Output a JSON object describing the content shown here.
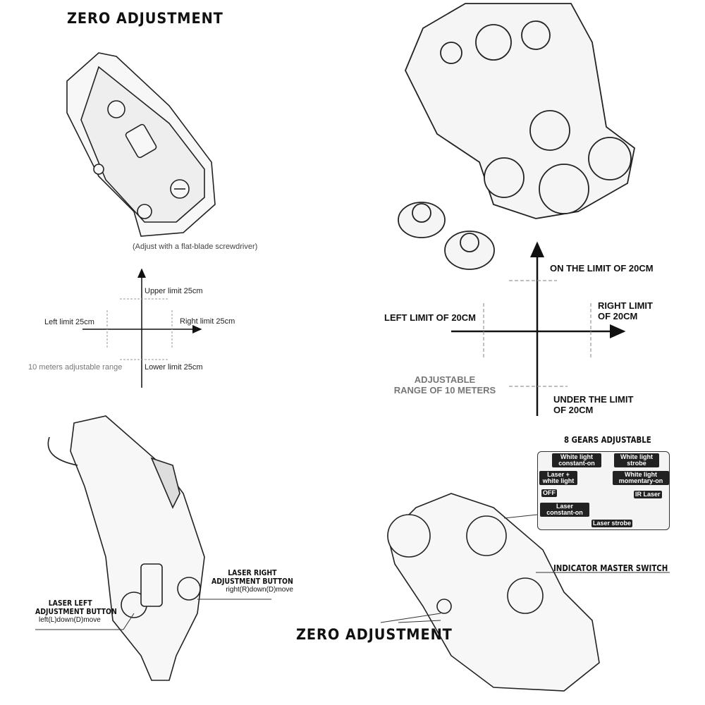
{
  "top_left": {
    "title": "ZERO ADJUSTMENT",
    "note": "(Adjust with a flat-blade screwdriver)",
    "upper": "Upper limit 25cm",
    "left": "Left limit 25cm",
    "right": "Right limit 25cm",
    "range": "10 meters adjustable range",
    "lower": "Lower limit 25cm"
  },
  "top_right": {
    "upper": "ON THE LIMIT OF 20CM",
    "left": "LEFT LIMIT OF 20CM",
    "right_line1": "RIGHT LIMIT",
    "right_line2": "OF 20CM",
    "range_line1": "ADJUSTABLE",
    "range_line2": "RANGE OF 10 METERS",
    "lower_line1": "UNDER THE LIMIT",
    "lower_line2": "OF 20CM"
  },
  "bottom_left": {
    "right_button_line1": "LASER RIGHT",
    "right_button_line2": "ADJUSTMENT BUTTON",
    "right_button_desc": "right(R)down(D)move",
    "left_button_line1": "LASER LEFT",
    "left_button_line2": "ADJUSTMENT BUTTON",
    "left_button_desc": "left(L)down(D)move"
  },
  "bottom_right": {
    "gears_title": "8 GEARS ADJUSTABLE",
    "modes": [
      "White light constant-on",
      "White light strobe",
      "Laser + white light",
      "White light momentary-on",
      "OFF",
      "IR Laser",
      "Laser constant-on",
      "Laser strobe"
    ],
    "indicator": "INDICATOR MASTER SWITCH",
    "zero": "ZERO ADJUSTMENT"
  }
}
